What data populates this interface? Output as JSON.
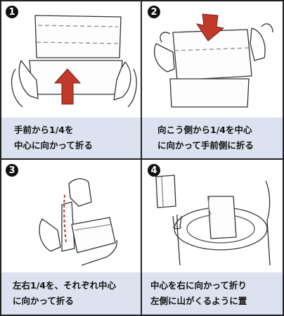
{
  "steps": [
    {
      "number": "1",
      "line1": "手前から1/4を",
      "line2": "中心に向かって折る"
    },
    {
      "number": "2",
      "line1": "向こう側から1/4を中心",
      "line2": "に向かって手前側に折る"
    },
    {
      "number": "3",
      "line1": "左右1/4を、それぞれ中心",
      "line2": "に向かって折る"
    },
    {
      "number": "4",
      "line1": "中心を右に向かって折り",
      "line2": "左側に山がくるように置"
    }
  ],
  "colors": {
    "caption_bg": "#dde2f0",
    "arrow": "#c0392b",
    "line": "#222222"
  }
}
